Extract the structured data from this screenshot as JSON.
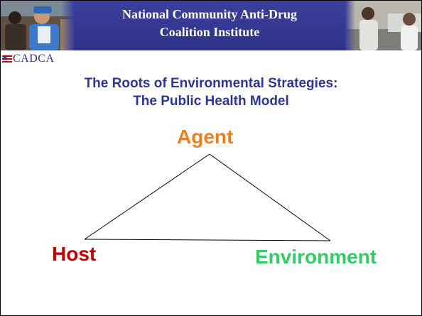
{
  "header": {
    "title_line1": "National Community Anti-Drug",
    "title_line2": "Coalition Institute",
    "banner_color": "#2f3288"
  },
  "logo": {
    "text": "CADCA",
    "icon": "star-flag-icon"
  },
  "slide": {
    "heading_line1": "The Roots of Environmental Strategies:",
    "heading_line2": "The Public Health Model"
  },
  "diagram": {
    "agent": {
      "label": "Agent",
      "color": "#f07d1f"
    },
    "host": {
      "label": "Host",
      "color": "#c00000"
    },
    "environment": {
      "label": "Environment",
      "color": "#33cc66"
    }
  }
}
